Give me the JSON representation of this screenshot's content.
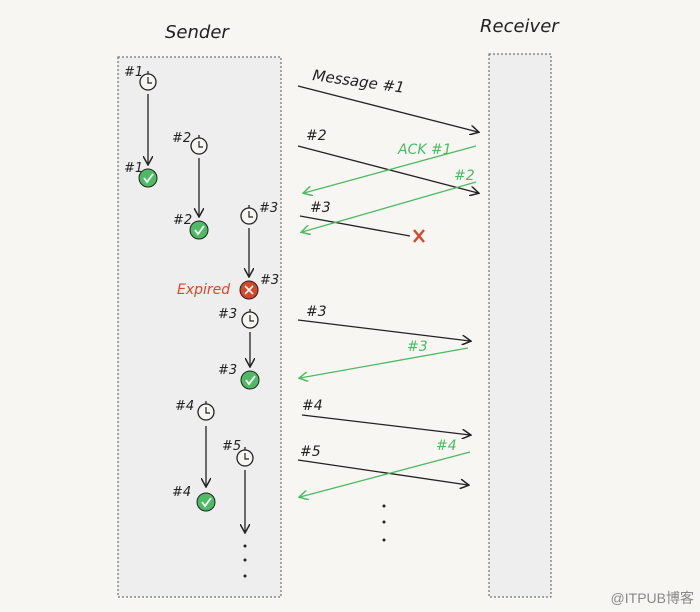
{
  "titles": {
    "sender": "Sender",
    "receiver": "Receiver"
  },
  "sender_labels": {
    "l1a": "#1",
    "l1b": "#1",
    "l2a": "#2",
    "l2b": "#2",
    "l3a": "#3",
    "l3b": "#3",
    "l3c": "#3",
    "l3d": "#3",
    "l4a": "#4",
    "l4b": "#4",
    "l5a": "#5",
    "expired": "Expired"
  },
  "messages": {
    "m1": "Message #1",
    "m2": "#2",
    "m3": "#3",
    "m3r": "#3",
    "m4": "#4",
    "m5": "#5"
  },
  "acks": {
    "a1": "ACK #1",
    "a2": "#2",
    "a3": "#3",
    "a4": "#4"
  },
  "colors": {
    "ack": "#4cbb63",
    "lost": "#d9472b",
    "ink": "#222222",
    "panel": "#eeeeee"
  },
  "watermark": "@ITPUB博客"
}
